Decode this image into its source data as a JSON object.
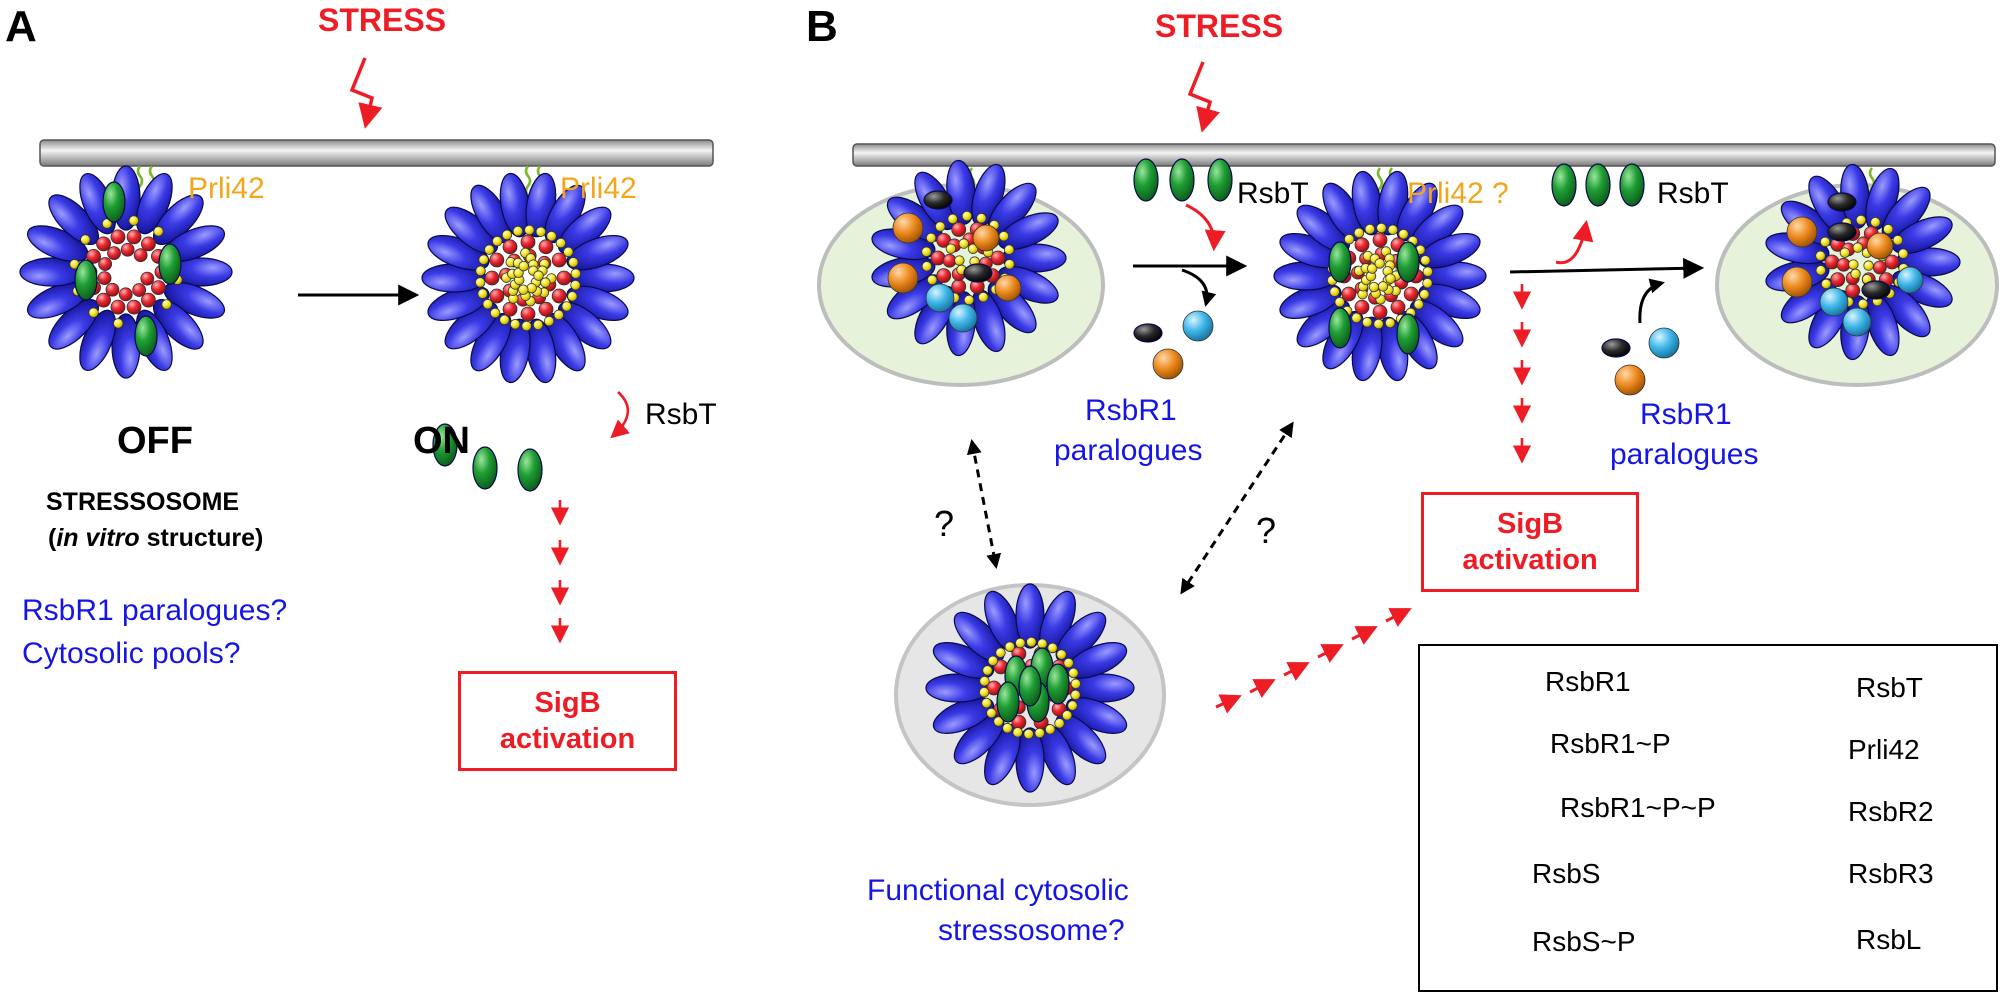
{
  "panel_a": {
    "label": "A",
    "stress": "STRESS",
    "prli42_off": "Prli42",
    "prli42_on": "Prli42",
    "off": "OFF",
    "on": "ON",
    "rsbt": "RsbT",
    "stressosome": "STRESSOSOME",
    "in_vitro_open": "(",
    "in_vitro": "in vitro",
    "in_vitro_close": " structure)",
    "question1": "RsbR1 paralogues?",
    "question2": "Cytosolic pools?",
    "sigb_line1": "SigB",
    "sigb_line2": "activation"
  },
  "panel_b": {
    "label": "B",
    "stress": "STRESS",
    "rsbt_left": "RsbT",
    "rsbt_right": "RsbT",
    "prli42_q": "Prli42 ?",
    "paralogues_left_1": "RsbR1",
    "paralogues_left_2": "paralogues",
    "paralogues_right_1": "RsbR1",
    "paralogues_right_2": "paralogues",
    "question_a": "?",
    "question_b": "?",
    "sigb_line1": "SigB",
    "sigb_line2": "activation",
    "cytosolic_1": "Functional cytosolic",
    "cytosolic_2": "stressosome?"
  },
  "legend": {
    "rsbr1": "RsbR1",
    "rsbr1_p": "RsbR1~P",
    "rsbr1_pp": "RsbR1~P~P",
    "rsbs": "RsbS",
    "rsbs_p": "RsbS~P",
    "rsbt": "RsbT",
    "prli42": "Prli42",
    "rsbr2": "RsbR2",
    "rsbr3": "RsbR3",
    "rsbl": "RsbL"
  },
  "colors": {
    "rsbr1": "#2b2bd9",
    "rsbt": "#1a8f2b",
    "rsbs": "#e8202a",
    "phosphate": "#f5e61c",
    "prli42": "#7cb82f",
    "rsbr2": "#222222",
    "rsbr3": "#e8841c",
    "rsbl": "#3bb3e6",
    "stress": "#ee1c24",
    "paralogue_text": "#1515e6",
    "membrane_pool": "#e6f2d9",
    "cytosol_pool": "#e6e6e6"
  }
}
